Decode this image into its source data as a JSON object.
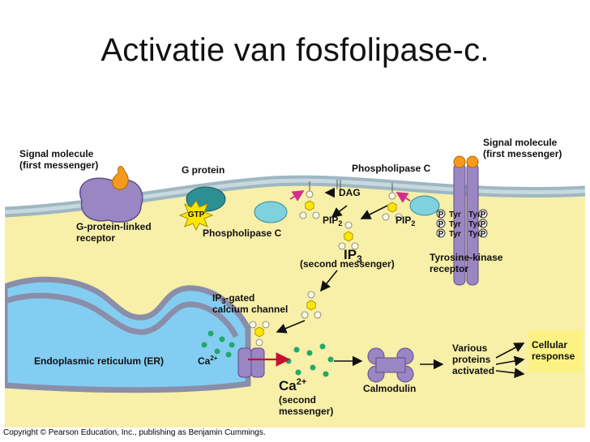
{
  "slide": {
    "title": "Activatie van fosfolipase-c."
  },
  "diagram": {
    "labels": {
      "signal_molecule_left_1": "Signal molecule",
      "signal_molecule_left_2": "(first messenger)",
      "g_protein": "G protein",
      "g_protein_receptor_1": "G-protein-linked",
      "g_protein_receptor_2": "receptor",
      "gtp": "GTP",
      "phospholipase_c_left": "Phospholipase C",
      "phospholipase_c_right": "Phospholipase C",
      "dag": "DAG",
      "pip2_left": "PIP",
      "pip2_right": "PIP",
      "pip2_sub": "2",
      "ip3": "IP",
      "ip3_sub": "3",
      "ip3_second_messenger": "(second messenger)",
      "signal_molecule_right_1": "Signal molecule",
      "signal_molecule_right_2": "(first messenger)",
      "tyrosine_kinase_1": "Tyrosine-kinase",
      "tyrosine_kinase_2": "receptor",
      "p": "P",
      "tyr": "Tyr",
      "ip3_gated_1_pre": "IP",
      "ip3_gated_1_sub": "3",
      "ip3_gated_1_post": "-gated",
      "ip3_gated_2": "calcium channel",
      "er": "Endoplasmic reticulum (ER)",
      "ca_er": "Ca",
      "ca_er_sup": "2+",
      "ca_big": "Ca",
      "ca_big_sup": "2+",
      "ca_second_1": "(second",
      "ca_second_2": "messenger)",
      "calmodulin": "Calmodulin",
      "various_1": "Various",
      "various_2": "proteins",
      "various_3": "activated",
      "cellular_1": "Cellular",
      "cellular_2": "response"
    },
    "colors": {
      "cytoplasm": "#f8efa8",
      "extracellular": "#ffffff",
      "membrane": "#b0c6cf",
      "receptor": "#9b86c4",
      "g_protein": "#2c8f93",
      "phospholipase": "#7fd1dd",
      "er_lumen": "#84cdf2",
      "er_membrane": "#8a8ea8",
      "calcium": "#22a86a",
      "ip3_hexagon": "#ffe600",
      "signal_molecule": "#f59a1e",
      "response_box": "#fcf284",
      "arrow_red": "#c8102e"
    }
  },
  "copyright": "Copyright © Pearson Education, Inc., publishing as Benjamin Cummings."
}
